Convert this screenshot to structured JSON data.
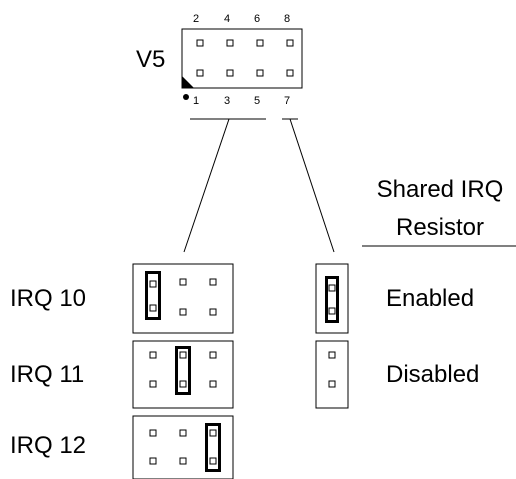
{
  "header": {
    "name": "V5",
    "top_pins": [
      "2",
      "4",
      "6",
      "8"
    ],
    "bottom_pins": [
      "1",
      "3",
      "5",
      "7"
    ]
  },
  "shared_irq": {
    "title_line1": "Shared IRQ",
    "title_line2": "Resistor",
    "options": [
      {
        "label": "Enabled",
        "jumper": true
      },
      {
        "label": "Disabled",
        "jumper": false
      }
    ]
  },
  "irq_settings": [
    {
      "label": "IRQ 10",
      "jumper_column": 1
    },
    {
      "label": "IRQ 11",
      "jumper_column": 2
    },
    {
      "label": "IRQ 12",
      "jumper_column": 3
    }
  ]
}
